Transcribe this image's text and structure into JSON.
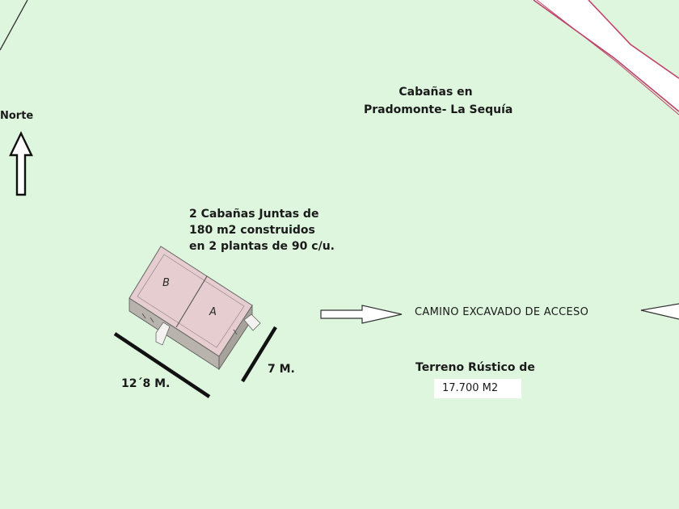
{
  "title": {
    "line1": "Cabañas en",
    "line2": "Pradomonte- La Sequía"
  },
  "north_label": "Norte",
  "cabins_description": {
    "line1": "2 Cabañas Juntas de",
    "line2": "180 m2 construidos",
    "line3": "en 2 plantas de 90 c/u."
  },
  "cabin_labels": {
    "a": "A",
    "b": "B"
  },
  "access_road_label": "CAMINO EXCAVADO DE ACCESO",
  "terrain": {
    "label": "Terreno Rústico de",
    "area": "17.700 M2"
  },
  "dimensions": {
    "length": "12´8 M.",
    "width": "7 M."
  },
  "colors": {
    "background": "#def5de",
    "cabin_roof": "#e6cdd0",
    "cabin_wall": "#b8b4ad",
    "road_edge": "#c0446a",
    "ink": "#1a1a1a"
  },
  "icons": [
    "north-arrow-icon",
    "road-arrow-icon"
  ]
}
